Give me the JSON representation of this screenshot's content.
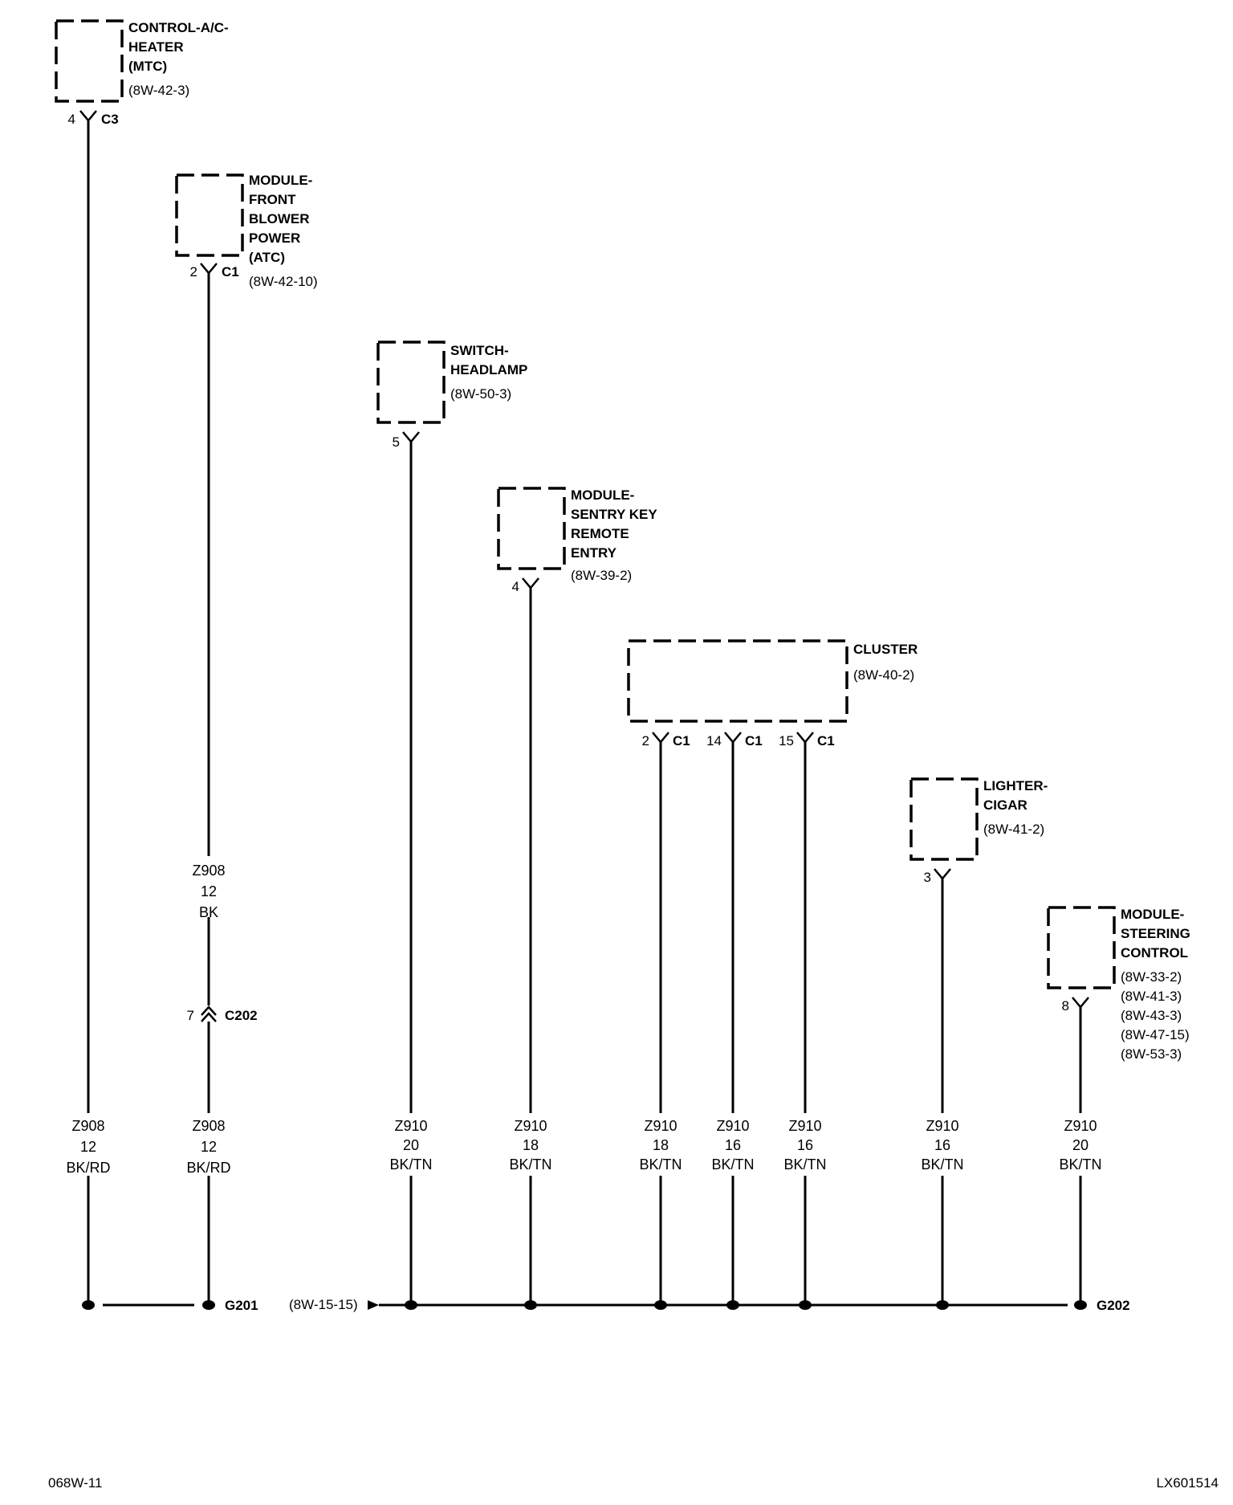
{
  "components": [
    {
      "id": "control-ac-heater",
      "label_lines": [
        "CONTROL-A/C-",
        "HEATER",
        "(MTC)"
      ],
      "refs": [
        "(8W-42-3)"
      ]
    },
    {
      "id": "module-front-blower-power",
      "label_lines": [
        "MODULE-",
        "FRONT",
        "BLOWER",
        "POWER",
        "(ATC)"
      ],
      "refs": [
        "(8W-42-10)"
      ]
    },
    {
      "id": "switch-headlamp",
      "label_lines": [
        "SWITCH-",
        "HEADLAMP"
      ],
      "refs": [
        "(8W-50-3)"
      ]
    },
    {
      "id": "module-sentry-key-remote-entry",
      "label_lines": [
        "MODULE-",
        "SENTRY KEY",
        "REMOTE",
        "ENTRY"
      ],
      "refs": [
        "(8W-39-2)"
      ]
    },
    {
      "id": "cluster",
      "label_lines": [
        "CLUSTER"
      ],
      "refs": [
        "(8W-40-2)"
      ]
    },
    {
      "id": "lighter-cigar",
      "label_lines": [
        "LIGHTER-",
        "CIGAR"
      ],
      "refs": [
        "(8W-41-2)"
      ]
    },
    {
      "id": "module-steering-control",
      "label_lines": [
        "MODULE-",
        "STEERING",
        "CONTROL"
      ],
      "refs": [
        "(8W-33-2)",
        "(8W-41-3)",
        "(8W-43-3)",
        "(8W-47-15)",
        "(8W-53-3)"
      ]
    }
  ],
  "pins": [
    {
      "id": "ac-heater-pin",
      "pin": "4",
      "connector": "C3"
    },
    {
      "id": "blower-pin",
      "pin": "2",
      "connector": "C1"
    },
    {
      "id": "headlamp-pin",
      "pin": "5",
      "connector": ""
    },
    {
      "id": "sentry-pin",
      "pin": "4",
      "connector": ""
    },
    {
      "id": "cluster-pin-a",
      "pin": "2",
      "connector": "C1"
    },
    {
      "id": "cluster-pin-b",
      "pin": "14",
      "connector": "C1"
    },
    {
      "id": "cluster-pin-c",
      "pin": "15",
      "connector": "C1"
    },
    {
      "id": "lighter-pin",
      "pin": "3",
      "connector": ""
    },
    {
      "id": "steering-pin",
      "pin": "8",
      "connector": ""
    }
  ],
  "inline_connector": {
    "pin": "7",
    "name": "C202"
  },
  "upper_wire_label": {
    "circuit": "Z908",
    "gauge": "12",
    "color": "BK"
  },
  "wire_labels": [
    {
      "circuit": "Z908",
      "gauge": "12",
      "color": "BK/RD"
    },
    {
      "circuit": "Z908",
      "gauge": "12",
      "color": "BK/RD"
    },
    {
      "circuit": "Z910",
      "gauge": "20",
      "color": "BK/TN"
    },
    {
      "circuit": "Z910",
      "gauge": "18",
      "color": "BK/TN"
    },
    {
      "circuit": "Z910",
      "gauge": "18",
      "color": "BK/TN"
    },
    {
      "circuit": "Z910",
      "gauge": "16",
      "color": "BK/TN"
    },
    {
      "circuit": "Z910",
      "gauge": "16",
      "color": "BK/TN"
    },
    {
      "circuit": "Z910",
      "gauge": "16",
      "color": "BK/TN"
    },
    {
      "circuit": "Z910",
      "gauge": "20",
      "color": "BK/TN"
    }
  ],
  "grounds": {
    "left": "G201",
    "right": "G202",
    "ref": "(8W-15-15)"
  },
  "footer": {
    "left": "068W-11",
    "right": "LX601514"
  }
}
